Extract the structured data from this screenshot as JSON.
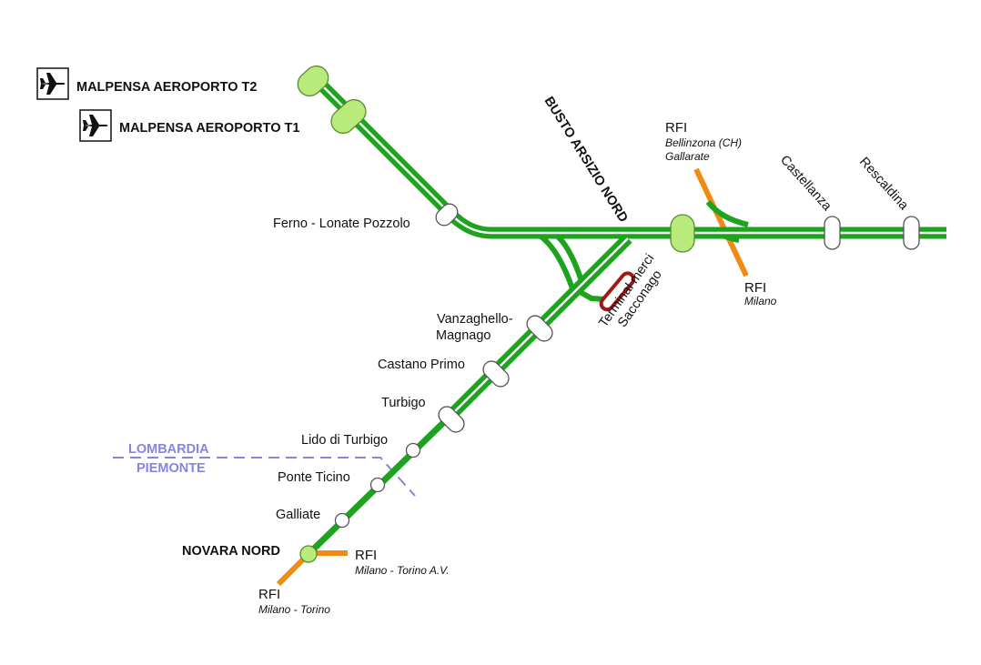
{
  "colors": {
    "line": "#1ea31e",
    "rfi": "#f08c12",
    "major_station": "#b8ea7c",
    "freight_terminal": "#a01818",
    "region_border": "#8585e0"
  },
  "airports": [
    {
      "name": "MALPENSA AEROPORTO T2",
      "icon": "airplane-icon"
    },
    {
      "name": "MALPENSA AEROPORTO T1",
      "icon": "airplane-icon"
    }
  ],
  "stations": {
    "ferno": "Ferno - Lonate Pozzolo",
    "busto": "BUSTO ARSIZIO NORD",
    "castellanza": "Castellanza",
    "rescaldina": "Rescaldina",
    "vanzaghello_1": "Vanzaghello-",
    "vanzaghello_2": "Magnago",
    "castano": "Castano Primo",
    "turbigo": "Turbigo",
    "lido": "Lido di Turbigo",
    "ponte": "Ponte Ticino",
    "galliate": "Galliate",
    "novara": "NOVARA NORD"
  },
  "freight_terminal": {
    "line1": "Terminal merci",
    "line2": "Sacconago"
  },
  "rfi": {
    "label": "RFI",
    "busto_north_1": "Bellinzona (CH)",
    "busto_north_2": "Gallarate",
    "busto_south": "Milano",
    "novara_east": "Milano - Torino A.V.",
    "novara_south": "Milano - Torino"
  },
  "regions": {
    "north": "LOMBARDIA",
    "south": "PIEMONTE"
  }
}
